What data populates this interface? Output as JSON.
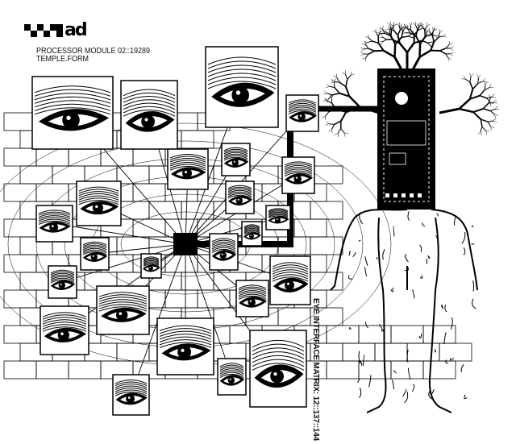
{
  "header": {
    "logo_text": "ad",
    "module_label": "PROCESSOR MODULE 02::19289",
    "form_label": "TEMPLE.FORM"
  },
  "side_label": "EYE INTERFACE MATRIX: 12::137::144",
  "colors": {
    "ink": "#000000",
    "paper": "#ffffff"
  },
  "icons": [
    "checker-logo-icon",
    "eye-icon",
    "processor-chip-icon",
    "human-figure-icon",
    "tree-branches-icon"
  ]
}
